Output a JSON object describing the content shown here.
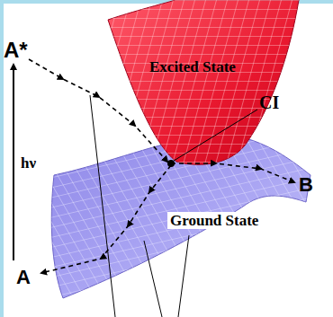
{
  "diagram": {
    "labels": [
      "A*",
      "Excited State",
      "CI",
      "hν",
      "B",
      "Ground State",
      "A"
    ]
  }
}
